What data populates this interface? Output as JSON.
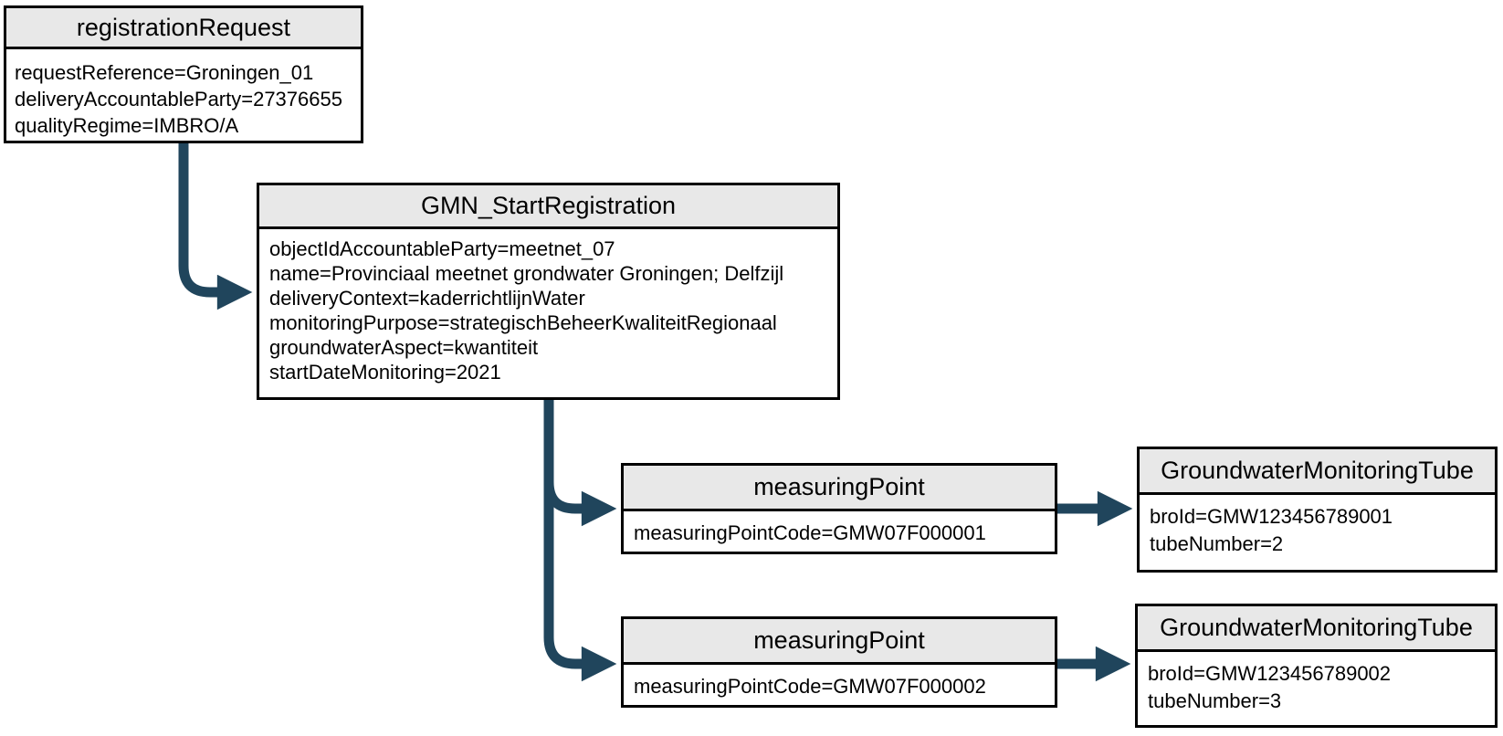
{
  "diagram": {
    "colors": {
      "arrow": "#20455C",
      "header_fill": "#E8E8E8",
      "border": "#000000",
      "background": "#FFFFFF",
      "text": "#000000"
    },
    "nodes": [
      {
        "id": "registrationRequest",
        "title": "registrationRequest",
        "attributes": [
          "requestReference=Groningen_01",
          "deliveryAccountableParty=27376655",
          "qualityRegime=IMBRO/A"
        ]
      },
      {
        "id": "GMN_StartRegistration",
        "title": "GMN_StartRegistration",
        "attributes": [
          "objectIdAccountableParty=meetnet_07",
          "name=Provinciaal meetnet grondwater Groningen; Delfzijl",
          "deliveryContext=kaderrichtlijnWater",
          "monitoringPurpose=strategischBeheerKwaliteitRegionaal",
          "groundwaterAspect=kwantiteit",
          "startDateMonitoring=2021"
        ]
      },
      {
        "id": "measuringPoint1",
        "title": "measuringPoint",
        "attributes": [
          "measuringPointCode=GMW07F000001"
        ]
      },
      {
        "id": "groundwaterMonitoringTube1",
        "title": "GroundwaterMonitoringTube",
        "attributes": [
          "broId=GMW123456789001",
          "tubeNumber=2"
        ]
      },
      {
        "id": "measuringPoint2",
        "title": "measuringPoint",
        "attributes": [
          "measuringPointCode=GMW07F000002"
        ]
      },
      {
        "id": "groundwaterMonitoringTube2",
        "title": "GroundwaterMonitoringTube",
        "attributes": [
          "broId=GMW123456789002",
          "tubeNumber=3"
        ]
      }
    ],
    "edges": [
      {
        "from": "registrationRequest",
        "to": "GMN_StartRegistration"
      },
      {
        "from": "GMN_StartRegistration",
        "to": "measuringPoint1"
      },
      {
        "from": "GMN_StartRegistration",
        "to": "measuringPoint2"
      },
      {
        "from": "measuringPoint1",
        "to": "groundwaterMonitoringTube1"
      },
      {
        "from": "measuringPoint2",
        "to": "groundwaterMonitoringTube2"
      }
    ]
  }
}
